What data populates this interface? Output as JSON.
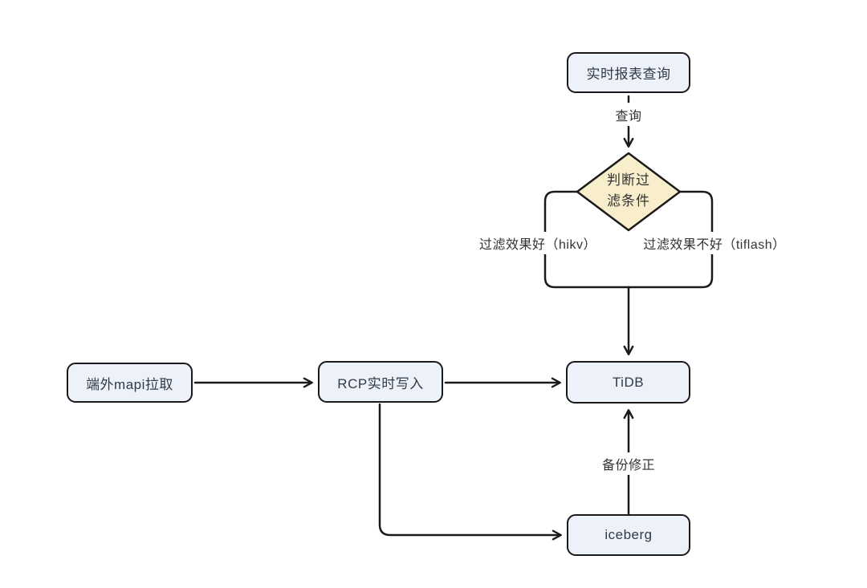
{
  "diagram": {
    "type": "flowchart",
    "colors": {
      "canvas_bg": "#ffffff",
      "node_fill": "#edf1fa",
      "diamond_fill": "#f8eecb",
      "stroke": "#1a1a1a",
      "text": "#333333",
      "node_text": "#333a45"
    },
    "nodes": {
      "report_query": {
        "label": "实时报表查询"
      },
      "decision": {
        "label_line1": "判断过",
        "label_line2": "滤条件"
      },
      "mapi_pull": {
        "label": "端外mapi拉取"
      },
      "rcp_write": {
        "label": "RCP实时写入"
      },
      "tidb": {
        "label": "TiDB"
      },
      "iceberg": {
        "label": "iceberg"
      }
    },
    "edge_labels": {
      "query": "查询",
      "filter_good": "过滤效果好（hikv）",
      "filter_bad": "过滤效果不好（tiflash）",
      "backup_fix": "备份修正"
    },
    "edges": [
      {
        "from": "report_query",
        "to": "decision",
        "label": "查询"
      },
      {
        "from": "decision",
        "to": "tidb",
        "label": "过滤效果好（hikv）"
      },
      {
        "from": "decision",
        "to": "tidb",
        "label": "过滤效果不好（tiflash）"
      },
      {
        "from": "mapi_pull",
        "to": "rcp_write"
      },
      {
        "from": "rcp_write",
        "to": "tidb"
      },
      {
        "from": "rcp_write",
        "to": "iceberg"
      },
      {
        "from": "iceberg",
        "to": "tidb",
        "label": "备份修正"
      }
    ]
  }
}
